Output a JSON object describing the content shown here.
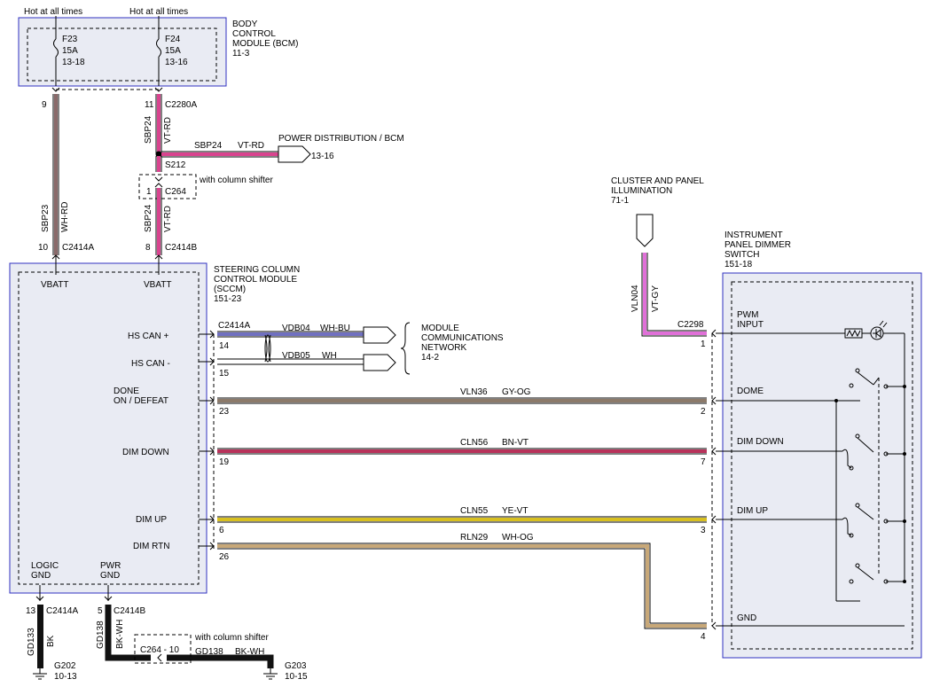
{
  "colors": {
    "module_border": "#3030c0",
    "module_fill": "#e9ebf3",
    "vt_rd": "#d9448f",
    "wh_rd": "#8a6a6a",
    "gy_og": "#8c7a6a",
    "bn_vt": "#b8325a",
    "ye_vt": "#d8c020",
    "wh_og": "#c8a878",
    "vt_gy": "#e070d8",
    "bk": "#111111",
    "wh_bu": "#7070c0"
  },
  "header": {
    "hot1": "Hot at all times",
    "hot2": "Hot at all times"
  },
  "bcm": {
    "title_l1": "BODY",
    "title_l2": "CONTROL",
    "title_l3": "MODULE (BCM)",
    "ref": "11-3",
    "fuse1": {
      "name": "F23",
      "rating": "15A",
      "ref": "13-18"
    },
    "fuse2": {
      "name": "F24",
      "rating": "15A",
      "ref": "13-16"
    }
  },
  "connectors": {
    "pin9": "9",
    "pin11": "11",
    "c2280a": "C2280A",
    "s212": "S212",
    "c264_pin": "1",
    "c264": "C264",
    "with_column_shifter": "with column shifter",
    "pin10": "10",
    "c2414a_top": "C2414A",
    "pin8": "8",
    "c2414b_top": "C2414B"
  },
  "wires": {
    "sbp23": "SBP23",
    "wh_rd": "WH-RD",
    "sbp24_a": "SBP24",
    "vt_rd_a": "VT-RD",
    "sbp24_h": "SBP24",
    "vt_rd_h": "VT-RD",
    "sbp24_b": "SBP24",
    "vt_rd_b": "VT-RD"
  },
  "power_dist": {
    "label": "POWER DISTRIBUTION / BCM",
    "ref": "13-16"
  },
  "sccm": {
    "title_l1": "STEERING COLUMN",
    "title_l2": "CONTROL MODULE",
    "title_l3": "(SCCM)",
    "ref": "151-23",
    "vbatt1": "VBATT",
    "vbatt2": "VBATT",
    "hs_can_plus": "HS CAN +",
    "hs_can_minus": "HS CAN -",
    "done_l1": "DONE",
    "done_l2": "ON / DEFEAT",
    "dim_down": "DIM DOWN",
    "dim_up": "DIM UP",
    "dim_rtn": "DIM RTN",
    "logic_l1": "LOGIC",
    "logic_l2": "GND",
    "pwr_l1": "PWR",
    "pwr_l2": "GND"
  },
  "can": {
    "c2414a": "C2414A",
    "pin14": "14",
    "pin15": "15",
    "vdb04": "VDB04",
    "wh_bu": "WH-BU",
    "vdb05": "VDB05",
    "wh": "WH",
    "net_l1": "MODULE",
    "net_l2": "COMMUNICATIONS",
    "net_l3": "NETWORK",
    "net_ref": "14-2"
  },
  "signals": {
    "pin23": "23",
    "vln36": "VLN36",
    "gy_og": "GY-OG",
    "pin2": "2",
    "pin19": "19",
    "cln56": "CLN56",
    "bn_vt": "BN-VT",
    "pin7": "7",
    "pin6": "6",
    "cln55": "CLN55",
    "ye_vt": "YE-VT",
    "pin3": "3",
    "pin26": "26",
    "rln29": "RLN29",
    "wh_og": "WH-OG",
    "pin4": "4"
  },
  "cluster": {
    "l1": "CLUSTER AND PANEL",
    "l2": "ILLUMINATION",
    "ref": "71-1",
    "vln04": "VLN04",
    "vt_gy": "VT-GY",
    "c2298": "C2298",
    "pin1": "1"
  },
  "dimmer": {
    "l1": "INSTRUMENT",
    "l2": "PANEL DIMMER",
    "l3": "SWITCH",
    "ref": "151-18",
    "pwm_l1": "PWM",
    "pwm_l2": "INPUT",
    "dome": "DOME",
    "dim_down": "DIM DOWN",
    "dim_up": "DIM UP",
    "gnd": "GND"
  },
  "grounds": {
    "pin13": "13",
    "c2414a": "C2414A",
    "gd133": "GD133",
    "bk": "BK",
    "g202": "G202",
    "g202_ref": "10-13",
    "pin5": "5",
    "c2414b": "C2414B",
    "gd138_v": "GD138",
    "bk_wh_v": "BK-WH",
    "with_column_shifter": "with column shifter",
    "c264_10": "C264  - 10",
    "gd138_h": "GD138",
    "bk_wh_h": "BK-WH",
    "g203": "G203",
    "g203_ref": "10-15"
  }
}
